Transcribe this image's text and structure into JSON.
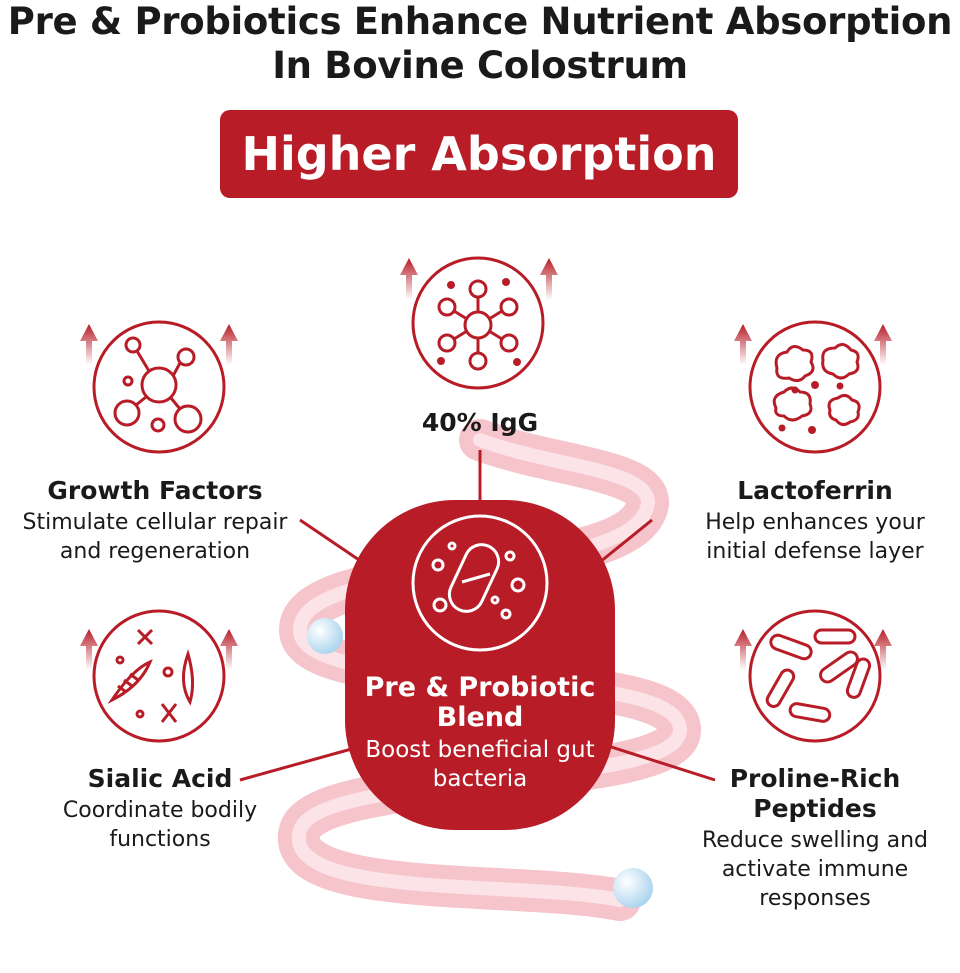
{
  "headline": {
    "line1": "Pre & Probiotics Enhance Nutrient Absorption",
    "line2": "In Bovine Colostrum"
  },
  "banner": "Higher Absorption",
  "center": {
    "title": "Pre & Probiotic Blend",
    "description": "Boost beneficial gut bacteria",
    "icon": "gut-bacteria-icon"
  },
  "nutrients": [
    {
      "title": "40% IgG",
      "description": "",
      "icon": "molecule-network-icon"
    },
    {
      "title": "Growth Factors",
      "description": "Stimulate cellular repair and regeneration",
      "icon": "molecule-icon"
    },
    {
      "title": "Lactoferrin",
      "description": "Help enhances your initial defense layer",
      "icon": "cell-cluster-icon"
    },
    {
      "title": "Sialic Acid",
      "description": "Coordinate bodily functions",
      "icon": "chromosome-icon"
    },
    {
      "title": "Proline-Rich Peptides",
      "description": "Reduce swelling and activate immune responses",
      "icon": "rod-bacteria-icon"
    }
  ],
  "colors": {
    "accent": "#b71c27",
    "text": "#1a1a1a",
    "gut_tube": "#f7c9cf",
    "bubble": "#cfe8f6"
  }
}
